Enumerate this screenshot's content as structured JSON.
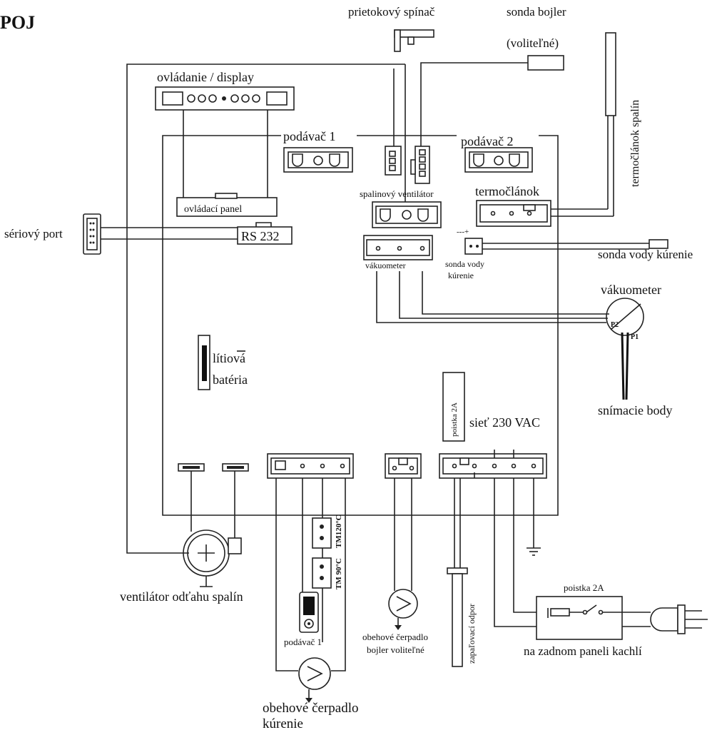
{
  "title": "POJ",
  "labels": {
    "flow_switch": "prietokový spínač",
    "boiler_probe": "sonda bojler",
    "optional": "(voliteľné)",
    "flue_thermocouple": "termočlánok spalín",
    "control_display": "ovládanie / display",
    "feeder1": "podávač 1",
    "feeder2": "podávač 2",
    "flue_fan": "spalinový ventilátor",
    "thermocouple": "termočlánok",
    "control_panel": "ovládací panel",
    "serial_port": "sériový port",
    "rs232": "RS 232",
    "vacuum_conn": "vákuometer",
    "water_probe_conn_1": "sonda vody",
    "water_probe_conn_2": "kúrenie",
    "polarity": "---+",
    "water_probe": "sonda vody kúrenie",
    "vacuum_gauge": "vákuometer",
    "p2": "P2",
    "p1": "P1",
    "sensing_points": "snímacie body",
    "battery_1": "lítiová",
    "battery_2": "batéria",
    "fuse_board": "poistka 2A",
    "mains": "sieť 230 VAC",
    "flue_exhaust_fan": "ventilátor odťahu spalín",
    "tm120": "TM120°C",
    "tm_90": "TM 90°C",
    "feeder1_bottom": "podávač 1",
    "pump_heating_1": "obehové čerpadlo",
    "pump_heating_2": "kúrenie",
    "pump_boiler_1": "obehové čerpadlo",
    "pump_boiler_2": "bojler voliteľné",
    "igniter": "zapaľovací odpor",
    "fuse_rear": "poistka 2A",
    "rear_panel": "na zadnom paneli kachlí"
  },
  "colors": {
    "ink": "#222222",
    "paper": "#ffffff"
  }
}
